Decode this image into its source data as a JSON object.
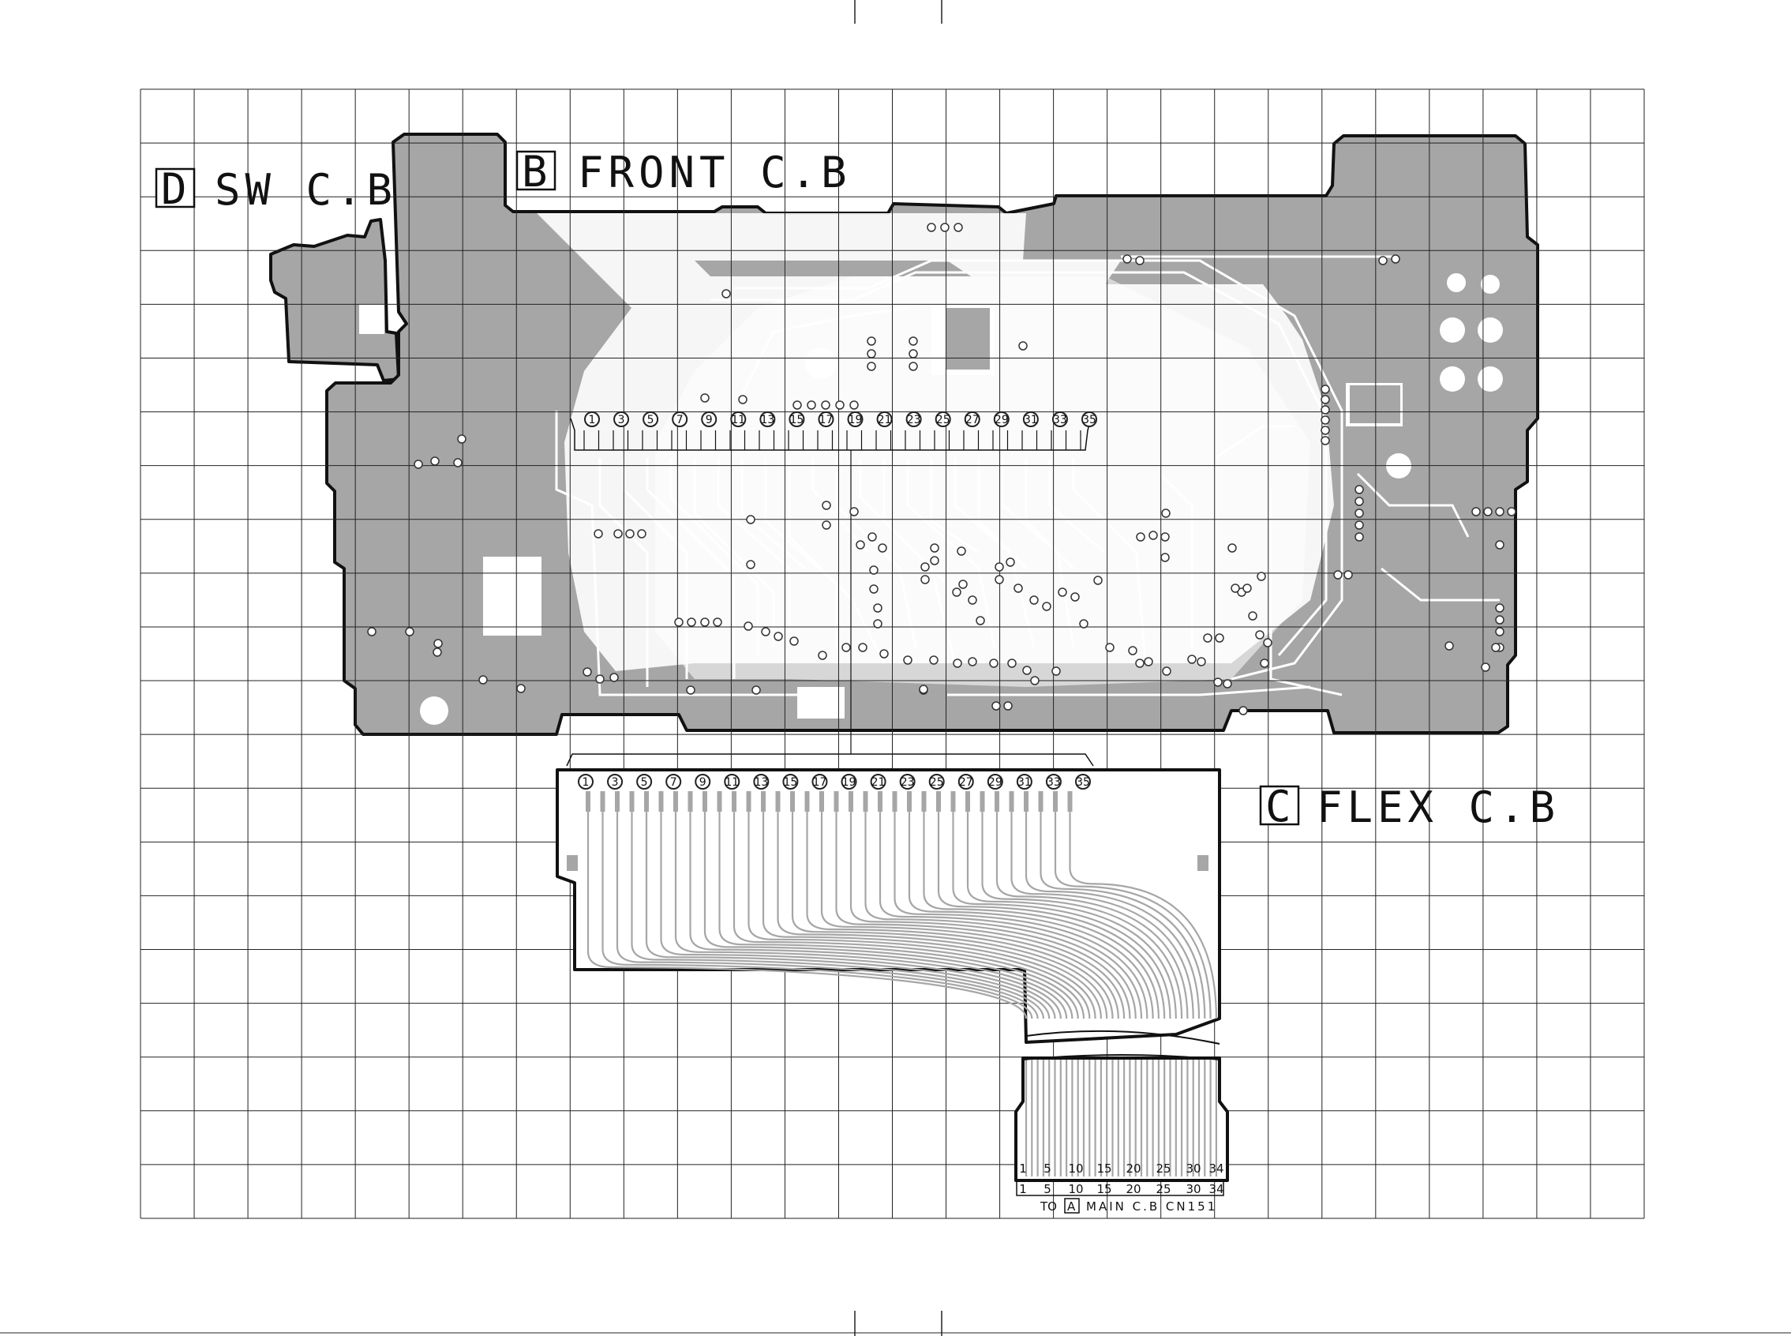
{
  "boards": {
    "sw": {
      "letter": "D",
      "name": "SW C.B"
    },
    "front": {
      "letter": "B",
      "name": "FRONT C.B"
    },
    "flex": {
      "letter": "C",
      "name": "FLEX C.B"
    }
  },
  "front_connector_pins": [
    "1",
    "3",
    "5",
    "7",
    "9",
    "11",
    "13",
    "15",
    "17",
    "19",
    "21",
    "23",
    "25",
    "27",
    "29",
    "31",
    "33",
    "35"
  ],
  "flex_connector_pins": [
    "1",
    "3",
    "5",
    "7",
    "9",
    "11",
    "13",
    "15",
    "17",
    "19",
    "21",
    "23",
    "25",
    "27",
    "29",
    "31",
    "33",
    "35"
  ],
  "cable_scale_labels": [
    "1",
    "5",
    "10",
    "15",
    "20",
    "25",
    "30",
    "34"
  ],
  "cable_destination": {
    "prefix": "TO",
    "letter": "A",
    "text": "MAIN C.B CN151"
  }
}
